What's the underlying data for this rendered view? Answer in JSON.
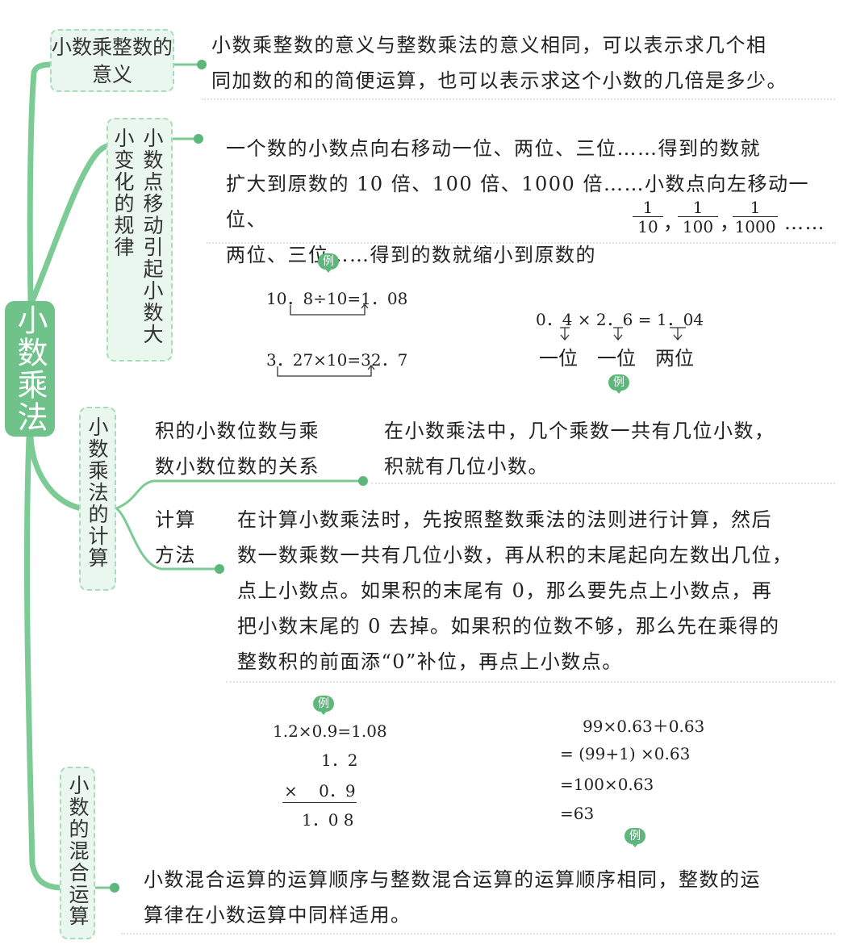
{
  "root": "小数乘法",
  "branch1": {
    "title": "小数乘整数的意义",
    "text_line1": "小数乘整数的意义与整数乘法的意义相同，可以表示求几个相",
    "text_line2": "同加数的和的简便运算，也可以表示求这个小数的几倍是多少。"
  },
  "branch2": {
    "title": "小数点移动引起小数大小变化的规律",
    "text_line1": "一个数的小数点向右移动一位、两位、三位……得到的数就",
    "text_line2": "扩大到原数的 10 倍、100 倍、1000 倍……小数点向左移动一位、",
    "text_line3": "两位、三位……得到的数就缩小到原数的",
    "fractions": [
      {
        "num": "1",
        "den": "10"
      },
      {
        "num": "1",
        "den": "100"
      },
      {
        "num": "1",
        "den": "1000"
      }
    ],
    "frac_sep": "，",
    "ellipsis": "……",
    "example_label": "例",
    "example1_eq1": "10．8÷10=1．08",
    "example1_eq2": "3．27×10=32．7",
    "example2_eq": "0．4 × 2．6 = 1．04",
    "example2_labels": [
      "一位",
      "一位",
      "两位"
    ],
    "example2_label": "例"
  },
  "branch3": {
    "title": "小数乘法的计算",
    "sub1_title_line1": "积的小数位数与乘",
    "sub1_title_line2": "数小数位数的关系",
    "sub1_text_line1": "在小数乘法中，几个乘数一共有几位小数，",
    "sub1_text_line2": "积就有几位小数。",
    "sub2_title_line1": "计算",
    "sub2_title_line2": "方法",
    "sub2_text": [
      "在计算小数乘法时，先按照整数乘法的法则进行计算，然后",
      "数一数乘数一共有几位小数，再从积的末尾起向左数出几位，",
      "点上小数点。如果积的末尾有 0，那么要先点上小数点，再",
      "把小数末尾的 0 去掉。如果积的位数不够，那么先在乘得的",
      "整数积的前面添“0”补位，再点上小数点。"
    ],
    "example_label": "例",
    "example_eq": "1.2×0.9=1.08",
    "vertical_calc": [
      "1．2",
      "×　 0．9",
      "1．0 8"
    ]
  },
  "branch4": {
    "title": "小数的混合运算",
    "example_label": "例",
    "example_lines": [
      "99×0.63＋0.63",
      "= (99+1) ×0.63",
      "=100×0.63",
      "=63"
    ],
    "text_line1": "小数混合运算的运算顺序与整数混合运算的运算顺序相同，整数的运",
    "text_line2": "算律在小数运算中同样适用。"
  },
  "colors": {
    "branch": "#7ccb94",
    "node_bg": "#eaf7ee",
    "root_bg": "#6ec28a",
    "dot": "#5cb87a"
  }
}
